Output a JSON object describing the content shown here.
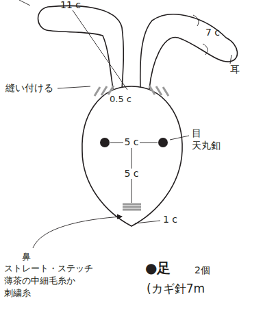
{
  "diagram": {
    "labels": [
      "11 c",
      "7 c",
      "耳",
      "縫い付ける",
      "0.5 c",
      "5 c",
      "目",
      "天丸釦",
      "5 c",
      "1 c",
      "鼻",
      "ストレート・ステッチ",
      "薄茶の中細毛糸か",
      "刺繍糸",
      "●足",
      "2個",
      "(カギ針7m"
    ]
  }
}
